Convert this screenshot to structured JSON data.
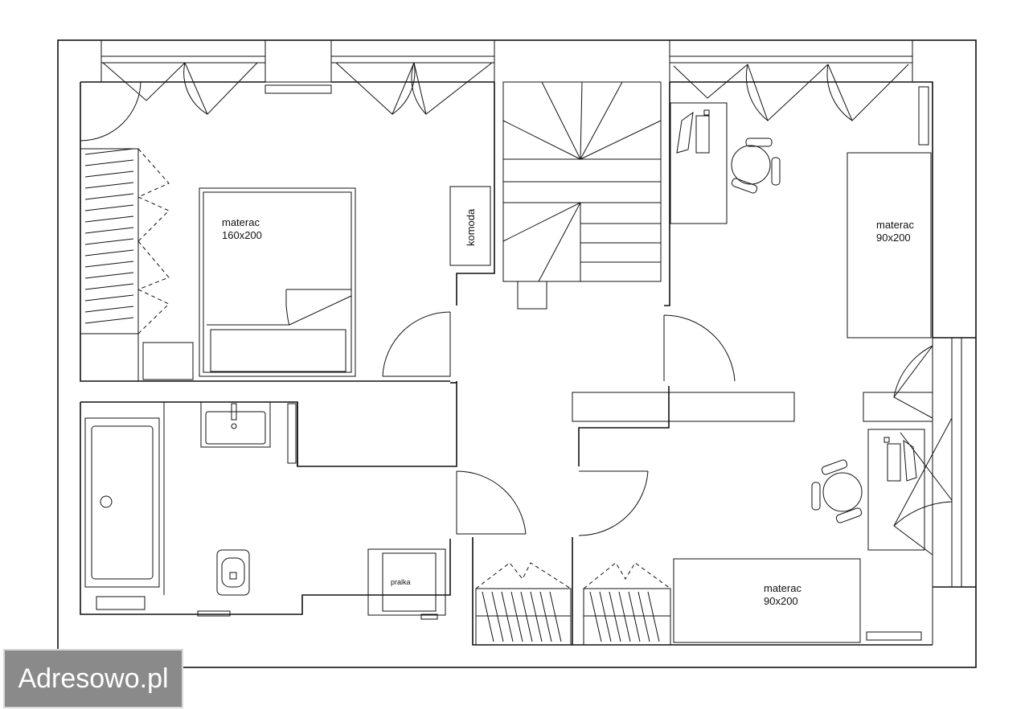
{
  "rooms": {
    "master_bed_label": "materac",
    "master_bed_size": "160x200",
    "dresser_label": "komoda",
    "right_bed_label": "materac",
    "right_bed_size": "90x200",
    "bottom_bed_label": "materac",
    "bottom_bed_size": "90x200",
    "washer_label": "pralka"
  },
  "watermark": {
    "text": "Adresowo.pl"
  }
}
